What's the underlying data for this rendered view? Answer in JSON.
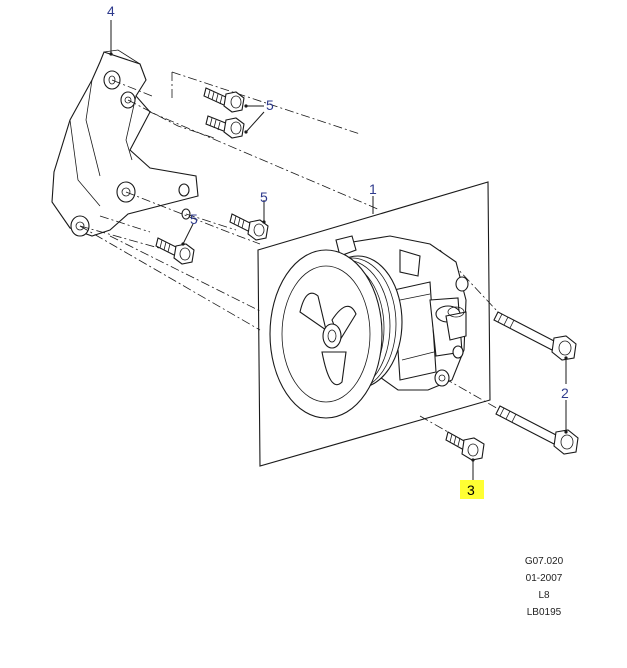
{
  "callouts": {
    "c1": "1",
    "c2": "2",
    "c3": "3",
    "c4": "4",
    "c5a": "5",
    "c5b": "5",
    "c5c": "5"
  },
  "highlight_color": "#ffff33",
  "callout_color": "#2e3a8c",
  "footer": {
    "code": "G07.020",
    "date": "01-2007",
    "variant": "L8",
    "ref": "LB0195"
  }
}
